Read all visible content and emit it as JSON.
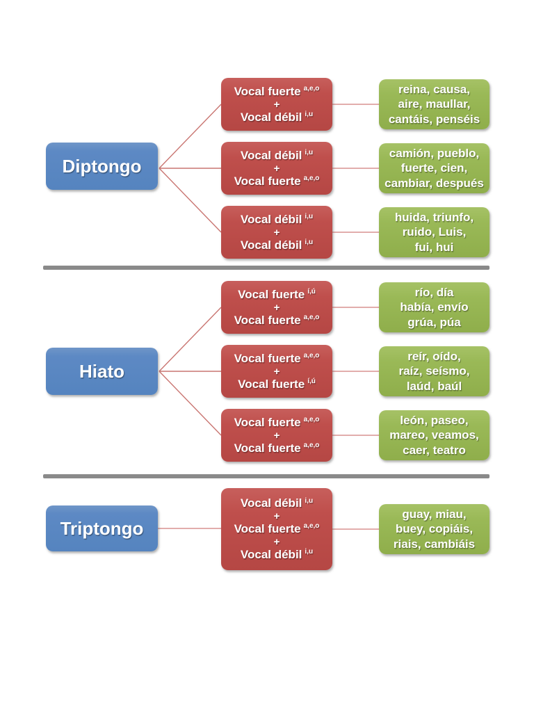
{
  "page": {
    "background": "#ffffff"
  },
  "palette": {
    "category_blue": "#5d89c4",
    "combo_red": "#bf4f4c",
    "examples_green": "#9ab957",
    "connector_line_red": "#c97571",
    "divider_gray": "#8a8a8a",
    "text_white": "#ffffff"
  },
  "symbols": {
    "plus": "+"
  },
  "sections": [
    {
      "label": "Diptongo",
      "rows": [
        {
          "combo": {
            "lines": [
              {
                "text": "Vocal fuerte",
                "sup": "a,e,o"
              },
              {
                "text": "Vocal débil",
                "sup": "i,u"
              }
            ]
          },
          "examples": [
            "reina, causa,",
            "aire, maullar,",
            "cantáis, penséis"
          ]
        },
        {
          "combo": {
            "lines": [
              {
                "text": "Vocal débil",
                "sup": "i,u"
              },
              {
                "text": "Vocal fuerte",
                "sup": "a,e,o"
              }
            ]
          },
          "examples": [
            "camión, pueblo,",
            "fuerte, cien,",
            "cambiar, después"
          ]
        },
        {
          "combo": {
            "lines": [
              {
                "text": "Vocal débil",
                "sup": "i,u"
              },
              {
                "text": "Vocal débil",
                "sup": "i,u"
              }
            ]
          },
          "examples": [
            "huida, triunfo,",
            "ruido, Luis,",
            "fui, hui"
          ]
        }
      ]
    },
    {
      "label": "Hiato",
      "rows": [
        {
          "combo": {
            "lines": [
              {
                "text": "Vocal fuerte",
                "sup": "í,ú"
              },
              {
                "text": "Vocal fuerte",
                "sup": "a,e,o"
              }
            ]
          },
          "examples": [
            "río, día",
            "había, envío",
            "grúa, púa"
          ]
        },
        {
          "combo": {
            "lines": [
              {
                "text": "Vocal fuerte",
                "sup": "a,e,o"
              },
              {
                "text": "Vocal fuerte",
                "sup": "í,ú"
              }
            ]
          },
          "examples": [
            "reír, oído,",
            "raíz, seísmo,",
            "laúd, baúl"
          ]
        },
        {
          "combo": {
            "lines": [
              {
                "text": "Vocal fuerte",
                "sup": "a,e,o"
              },
              {
                "text": "Vocal fuerte",
                "sup": "a,e,o"
              }
            ]
          },
          "examples": [
            "león, paseo,",
            "mareo, veamos,",
            "caer, teatro"
          ]
        }
      ]
    },
    {
      "label": "Triptongo",
      "rows": [
        {
          "combo": {
            "lines": [
              {
                "text": "Vocal débil",
                "sup": "i,u"
              },
              {
                "text": "Vocal fuerte",
                "sup": "a,e,o"
              },
              {
                "text": "Vocal débil",
                "sup": "i,u"
              }
            ]
          },
          "examples": [
            "guay, miau,",
            "buey, copiáis,",
            "riais, cambiáis"
          ]
        }
      ]
    }
  ]
}
